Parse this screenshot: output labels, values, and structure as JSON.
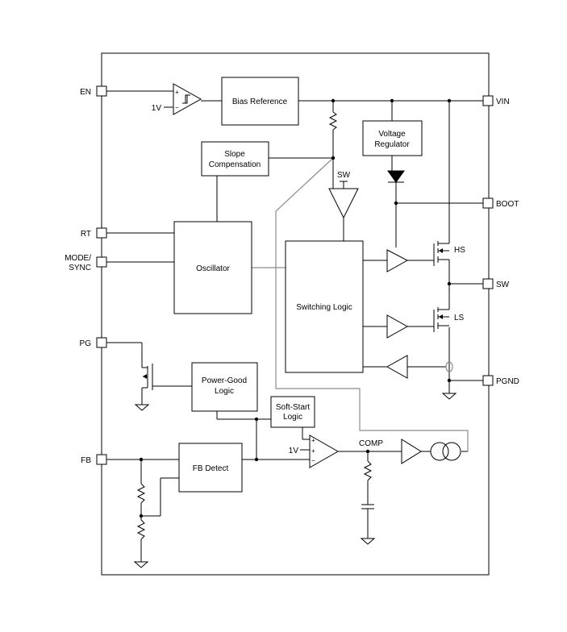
{
  "pins": {
    "en": "EN",
    "rt": "RT",
    "mode_line1": "MODE/",
    "mode_line2": "SYNC",
    "pg": "PG",
    "fb": "FB",
    "vin": "VIN",
    "boot": "BOOT",
    "sw": "SW",
    "pgnd": "PGND"
  },
  "blocks": {
    "bias_reference": "Bias Reference",
    "slope_line1": "Slope",
    "slope_line2": "Compensation",
    "voltage_line1": "Voltage",
    "voltage_line2": "Regulator",
    "oscillator": "Oscillator",
    "switching_logic": "Switching Logic",
    "power_good_line1": "Power-Good",
    "power_good_line2": "Logic",
    "soft_start_line1": "Soft-Start",
    "soft_start_line2": "Logic",
    "fb_detect": "FB Detect"
  },
  "labels": {
    "en_ref": "1V",
    "hs": "HS",
    "ls": "LS",
    "sw_internal": "SW",
    "comp": "COMP",
    "ea_ref": "1V",
    "plus": "+",
    "minus": "−"
  }
}
